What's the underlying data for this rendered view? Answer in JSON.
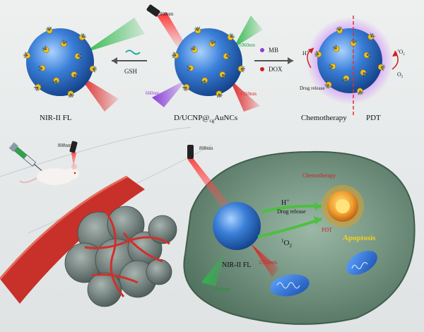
{
  "top": {
    "laser_label": "808nm",
    "arrow_left_label": "GSH",
    "arrow_right_label_1": "MB",
    "arrow_right_label_2": "DOX",
    "nir_label_1060": "1060nm",
    "nir_label_660": "660nm",
    "nir_label_1550": "1550nm",
    "caption_left": "NIR-II FL",
    "caption_center_prefix": "D/UCNP@",
    "caption_center_sub": "cg",
    "caption_center_suffix": "AuNCs",
    "caption_right_a": "Chemotherapy",
    "caption_right_b": "PDT",
    "h_plus": "H",
    "h_plus_sup": "+",
    "drug_release": "Drug release",
    "singlet_o2_top_pre": "1",
    "singlet_o2_top": "O",
    "singlet_o2_top_sub": "2",
    "o2_bottom": "O",
    "o2_bottom_sub": "2"
  },
  "bottom": {
    "mouse_laser_label": "808nm",
    "cell_laser_label": "808nm",
    "chemotherapy": "Chemotherapy",
    "h_plus": "H",
    "h_plus_sup": "+",
    "drug_release": "Drug release",
    "singlet_pre": "1",
    "singlet": "O",
    "singlet_sub": "2",
    "pdt": "PDT",
    "apoptosis": "Apoptosis",
    "nir_fl": "NIR-II FL",
    "wl_1550": "1550nm",
    "wl_1060": "1060nm"
  },
  "colors": {
    "nanoparticle_blue": "#3a7fd8",
    "green_beam": "#2fb84a",
    "red_beam": "#e02020",
    "purple_beam": "#8a3fd8",
    "cell_fill": "#6f8f7c",
    "vessel_red": "#c8302a",
    "apoptosis_yellow": "#f2d21b"
  },
  "icons": [
    "laser-pointer-icon",
    "syringe-icon",
    "mouse-icon",
    "mitochondria-icon",
    "nucleus-icon",
    "tumor-icon"
  ]
}
